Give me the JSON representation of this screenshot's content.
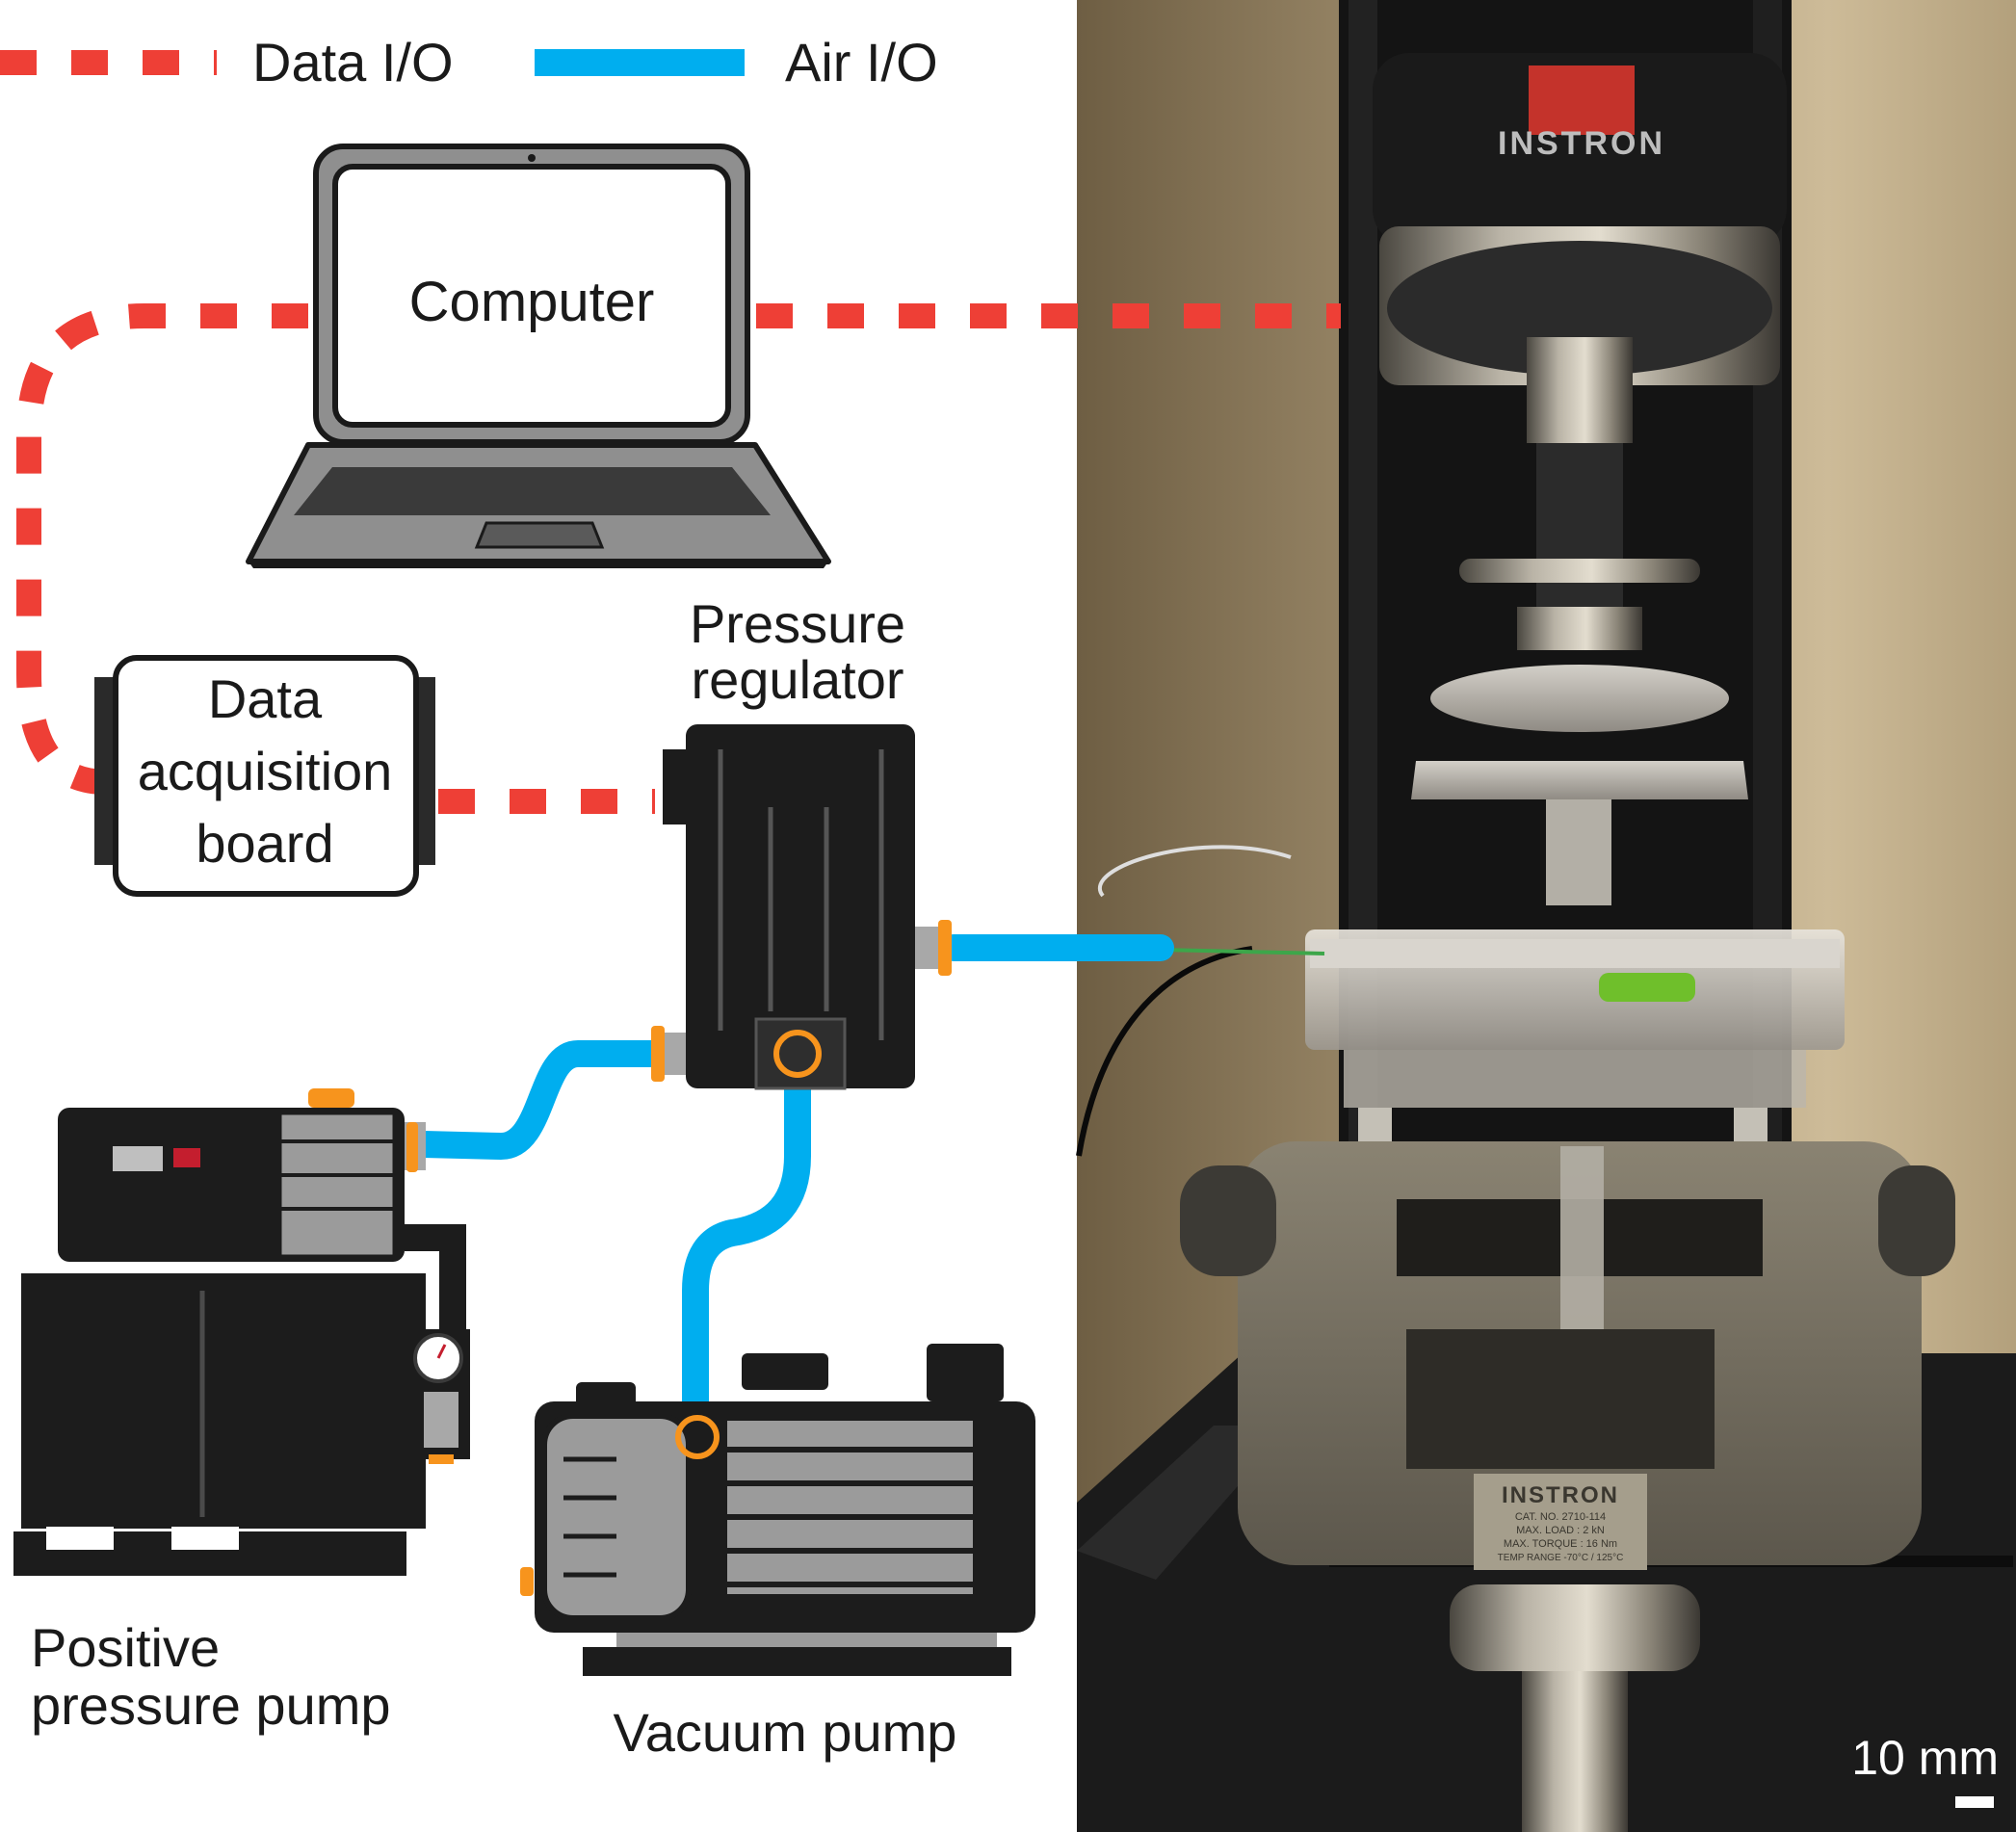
{
  "legend": {
    "data_label": "Data I/O",
    "air_label": "Air I/O",
    "data_color": "#ee3f36",
    "air_color": "#00aeef"
  },
  "components": {
    "computer": "Computer",
    "daq": [
      "Data",
      "acquisition",
      "board"
    ],
    "regulator": [
      "Pressure",
      "regulator"
    ],
    "positive_pump": [
      "Positive",
      "pressure pump"
    ],
    "vacuum_pump": "Vacuum pump"
  },
  "photo": {
    "brand_top": "INSTRON",
    "brand_plate": "INSTRON",
    "plate_lines": [
      "CAT. NO.  2710-114",
      "MAX. LOAD : 2 kN",
      "MAX. TORQUE : 16 Nm",
      "TEMP RANGE -70°C / 125°C"
    ],
    "scale_bar": "10 mm"
  },
  "icons": [
    "laptop-icon",
    "daq-board-icon",
    "pressure-regulator-icon",
    "positive-pump-icon",
    "vacuum-pump-icon",
    "pressure-gauge-icon"
  ]
}
